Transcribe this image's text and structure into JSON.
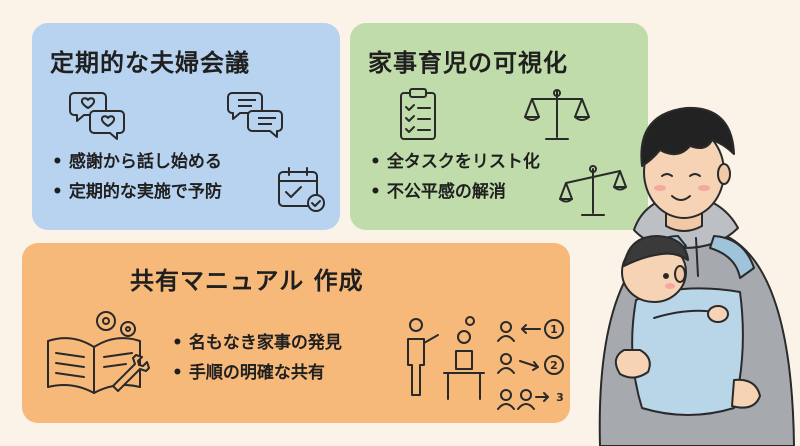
{
  "cards": {
    "meetings": {
      "title": "定期的な夫婦会議",
      "bullets": [
        "感謝から話し始める",
        "定期的な実施で予防"
      ]
    },
    "visualize": {
      "title": "家事育児の可視化",
      "bullets": [
        "全タスクをリスト化",
        "不公平感の解消"
      ]
    },
    "manual": {
      "title": "共有マニュアル 作成",
      "bullets": [
        "名もなき家事の発見",
        "手順の明確な共有"
      ],
      "flow_numbers": [
        "1",
        "2",
        "3"
      ]
    }
  },
  "colors": {
    "background": "#fbf3e8",
    "card_blue": "#b7d3f0",
    "card_green": "#bfdcaa",
    "card_orange": "#f6b97a",
    "hoodie_gray": "#a6a9ad",
    "carrier_blue": "#b9d6e8"
  }
}
